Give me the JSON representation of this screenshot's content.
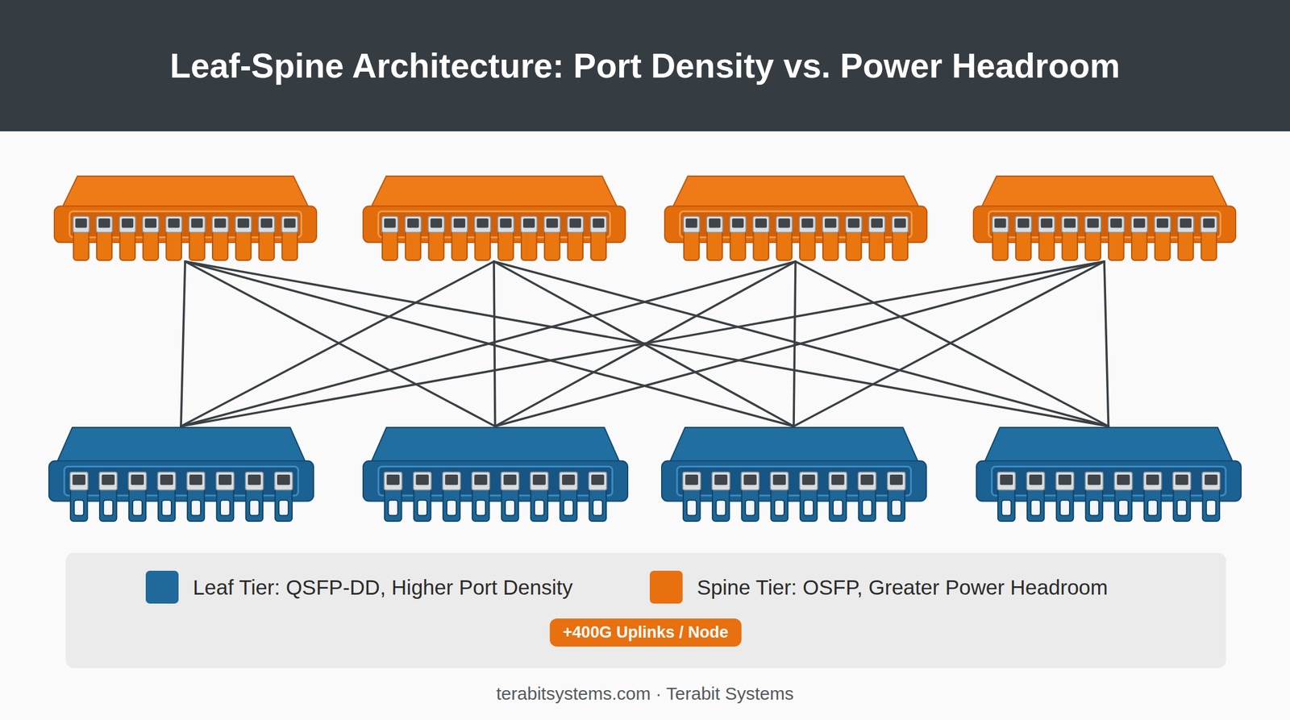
{
  "diagram": {
    "title": "Leaf-Spine Architecture: Port Density vs. Power Headroom",
    "caption": "terabitsystems.com · Terabit Systems",
    "nodes": [
      {
        "text": []
      },
      {
        "text": []
      },
      {
        "text": []
      },
      {
        "text": []
      },
      {
        "text": []
      },
      {
        "text": []
      },
      {
        "text": []
      },
      {
        "text": []
      }
    ],
    "edges": [
      {
        "from": 0,
        "to": 4,
        "arrow": "none"
      },
      {
        "from": 0,
        "to": 5,
        "arrow": "none"
      },
      {
        "from": 0,
        "to": 6,
        "arrow": "none"
      },
      {
        "from": 0,
        "to": 7,
        "arrow": "none"
      },
      {
        "from": 1,
        "to": 4,
        "arrow": "none"
      },
      {
        "from": 1,
        "to": 5,
        "arrow": "none"
      },
      {
        "from": 1,
        "to": 6,
        "arrow": "none"
      },
      {
        "from": 1,
        "to": 7,
        "arrow": "none"
      },
      {
        "from": 2,
        "to": 4,
        "arrow": "none"
      },
      {
        "from": 2,
        "to": 5,
        "arrow": "none"
      },
      {
        "from": 2,
        "to": 6,
        "arrow": "none"
      },
      {
        "from": 2,
        "to": 7,
        "arrow": "none"
      },
      {
        "from": 3,
        "to": 4,
        "arrow": "none"
      },
      {
        "from": 3,
        "to": 5,
        "arrow": "none"
      },
      {
        "from": 3,
        "to": 6,
        "arrow": "none"
      },
      {
        "from": 3,
        "to": 7,
        "arrow": "none"
      }
    ],
    "labels": [
      "+400G Uplinks / Node"
    ],
    "legend": [
      {
        "text": "Leaf Tier: QSFP-DD, Higher Port Density",
        "color": "#1f6a9a"
      },
      {
        "text": "Spine Tier: OSFP, Greater Power Headroom",
        "color": "#e8700f"
      }
    ]
  }
}
